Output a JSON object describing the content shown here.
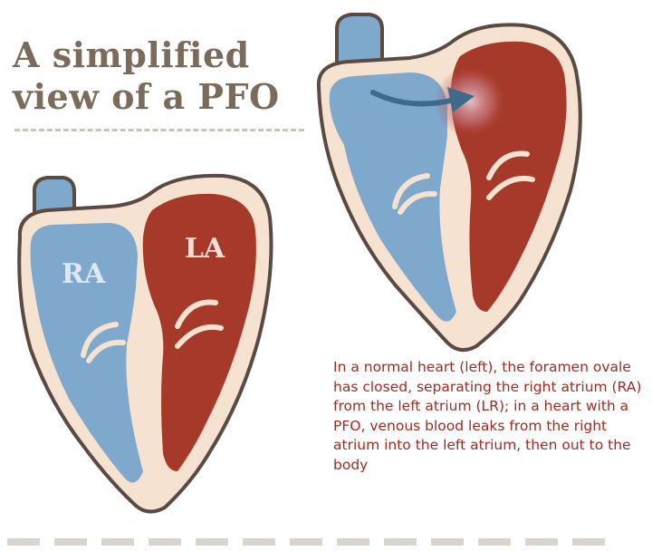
{
  "title": {
    "line1": "A simplified",
    "line2": "view of a PFO"
  },
  "labels": {
    "right_atrium": "RA",
    "left_atrium": "LA"
  },
  "caption": "In a normal heart (left), the foramen ovale has closed, separating the right atrium (RA) from the left atrium (LR); in a heart with a PFO, venous blood leaks from the right atrium into the left atrium, then out to the body",
  "colors": {
    "title": "#7a6b5a",
    "heart_outline": "#5a4a42",
    "heart_fill": "#f6e2d0",
    "venous_blue": "#7ea9cd",
    "arterial_red": "#a7392a",
    "caption": "#9b2c20",
    "arrow": "#3d6b8c"
  },
  "icons": {
    "arrow": "shunt-arrow-icon"
  }
}
